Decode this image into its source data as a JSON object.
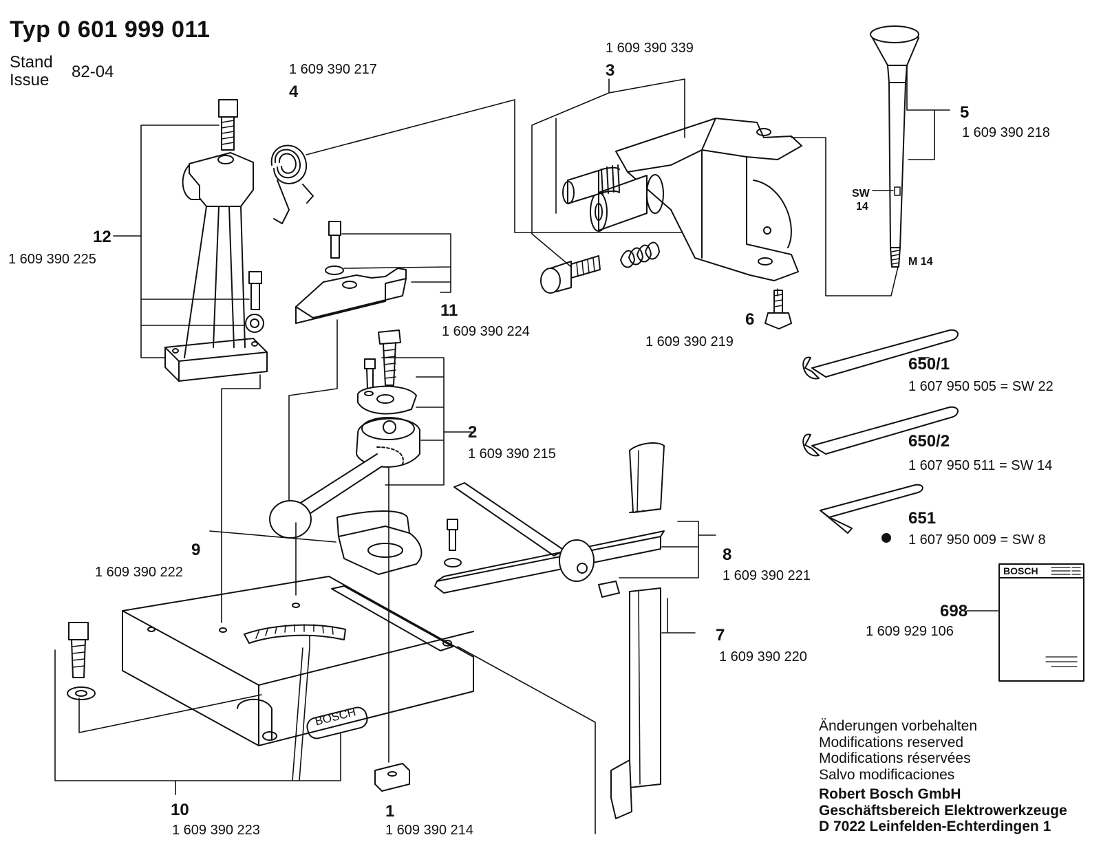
{
  "header": {
    "title": "Typ  0 601 999 011",
    "stand_label": "Stand",
    "issue_label": "Issue",
    "issue_value": "82-04"
  },
  "parts": [
    {
      "pos": "1",
      "number": "1 609 390 214"
    },
    {
      "pos": "2",
      "number": "1 609 390 215"
    },
    {
      "pos": "3",
      "number": "1 609 390 339"
    },
    {
      "pos": "4",
      "number": "1 609 390 217"
    },
    {
      "pos": "5",
      "number": "1 609 390 218"
    },
    {
      "pos": "6",
      "number": "1 609 390 219"
    },
    {
      "pos": "7",
      "number": "1 609 390 220"
    },
    {
      "pos": "8",
      "number": "1 609 390 221"
    },
    {
      "pos": "9",
      "number": "1 609 390 222"
    },
    {
      "pos": "10",
      "number": "1 609 390 223"
    },
    {
      "pos": "11",
      "number": "1 609 390 224"
    },
    {
      "pos": "12",
      "number": "1 609 390 225"
    },
    {
      "pos": "650/1",
      "number": "1 607 950 505 = SW 22"
    },
    {
      "pos": "650/2",
      "number": "1 607 950 511 = SW 14"
    },
    {
      "pos": "651",
      "number": "1 607 950 009 = SW 8"
    },
    {
      "pos": "698",
      "number": "1 609 929 106"
    }
  ],
  "callouts": {
    "sw": "SW",
    "sw_size": "14",
    "thread": "M 14",
    "manual_brand": "BOSCH",
    "base_brand": "BOSCH"
  },
  "notes": {
    "modifications": [
      "Änderungen vorbehalten",
      "Modifications reserved",
      "Modifications réservées",
      "Salvo modificaciones"
    ],
    "company": [
      "Robert Bosch GmbH",
      "Geschäftsbereich Elektrowerkzeuge",
      "D 7022 Leinfelden-Echterdingen 1"
    ]
  }
}
